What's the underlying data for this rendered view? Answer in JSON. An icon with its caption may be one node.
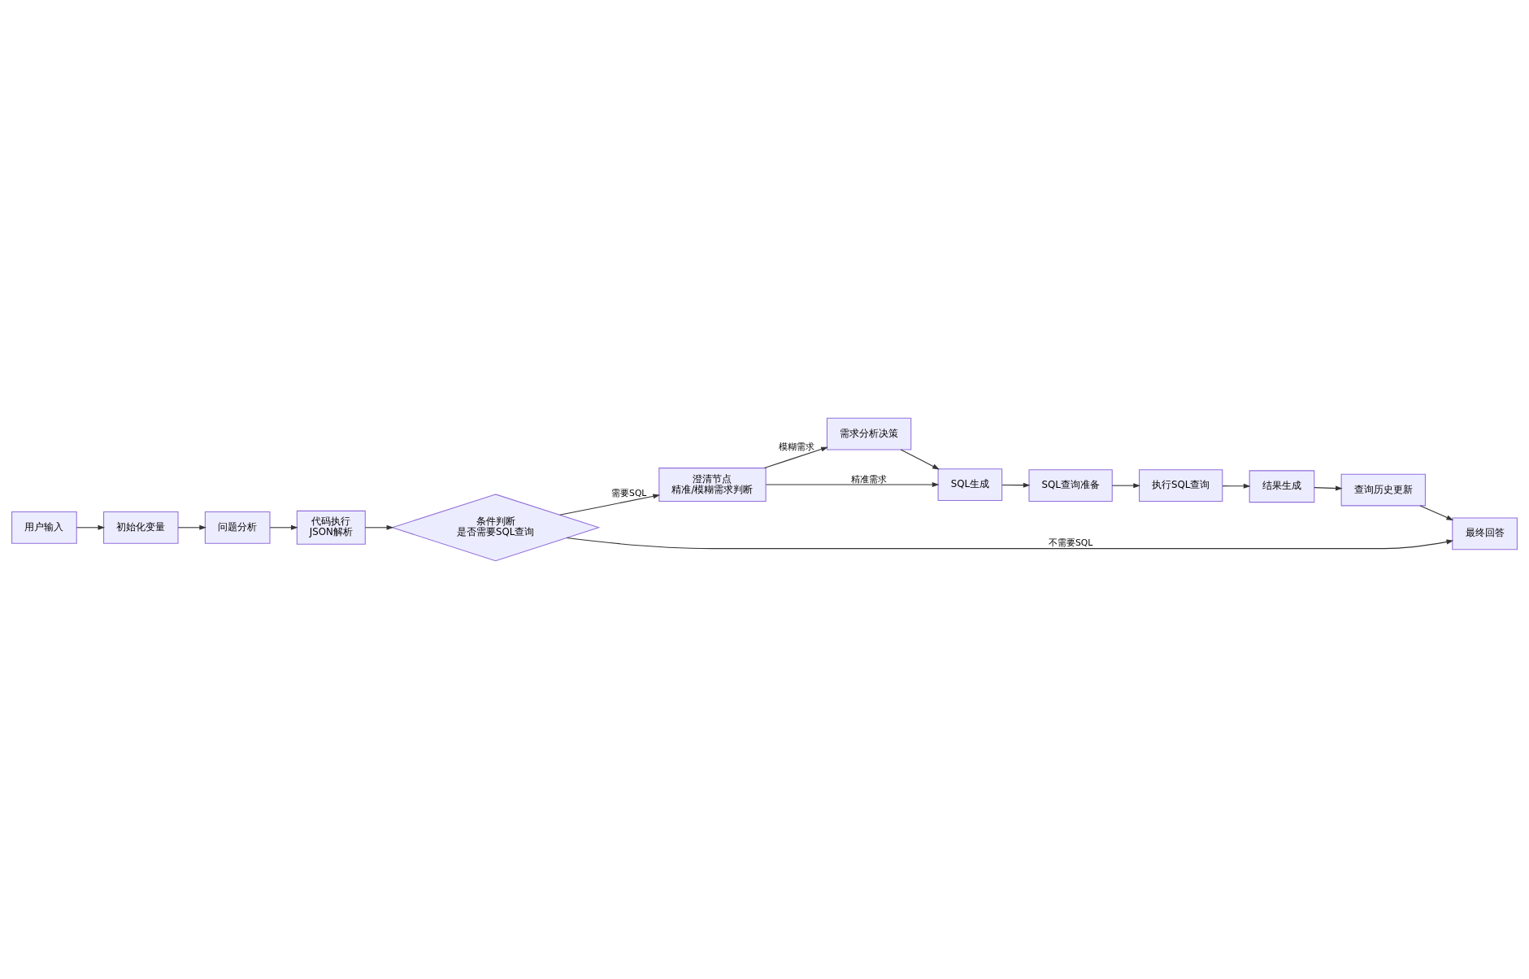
{
  "diagram": {
    "nodes": [
      {
        "text": [
          "用户输入"
        ]
      },
      {
        "text": [
          "初始化变量"
        ]
      },
      {
        "text": [
          "问题分析"
        ]
      },
      {
        "text": [
          "代码执行",
          "JSON解析"
        ]
      },
      {
        "text": [
          "条件判断",
          "是否需要SQL查询"
        ]
      },
      {
        "text": [
          "澄清节点",
          "精准/模糊需求判断"
        ]
      },
      {
        "text": [
          "需求分析决策"
        ]
      },
      {
        "text": [
          "SQL生成"
        ]
      },
      {
        "text": [
          "SQL查询准备"
        ]
      },
      {
        "text": [
          "执行SQL查询"
        ]
      },
      {
        "text": [
          "结果生成"
        ]
      },
      {
        "text": [
          "查询历史更新"
        ]
      },
      {
        "text": [
          "最终回答"
        ]
      }
    ],
    "edges": [
      {
        "from": 0,
        "to": 1,
        "arrow": "to"
      },
      {
        "from": 1,
        "to": 2,
        "arrow": "to"
      },
      {
        "from": 2,
        "to": 3,
        "arrow": "to"
      },
      {
        "from": 3,
        "to": 4,
        "arrow": "to"
      },
      {
        "from": 4,
        "to": 12,
        "label": "不需要SQL",
        "arrow": "to"
      },
      {
        "from": 4,
        "to": 5,
        "label": "需要SQL",
        "arrow": "to"
      },
      {
        "from": 5,
        "to": 7,
        "label": "精准需求",
        "arrow": "to"
      },
      {
        "from": 5,
        "to": 6,
        "label": "模糊需求",
        "arrow": "to"
      },
      {
        "from": 6,
        "to": 7,
        "arrow": "to"
      },
      {
        "from": 7,
        "to": 8,
        "arrow": "to"
      },
      {
        "from": 8,
        "to": 9,
        "arrow": "to"
      },
      {
        "from": 9,
        "to": 10,
        "arrow": "to"
      },
      {
        "from": 10,
        "to": 11,
        "arrow": "to"
      },
      {
        "from": 11,
        "to": 12,
        "arrow": "to"
      }
    ]
  }
}
